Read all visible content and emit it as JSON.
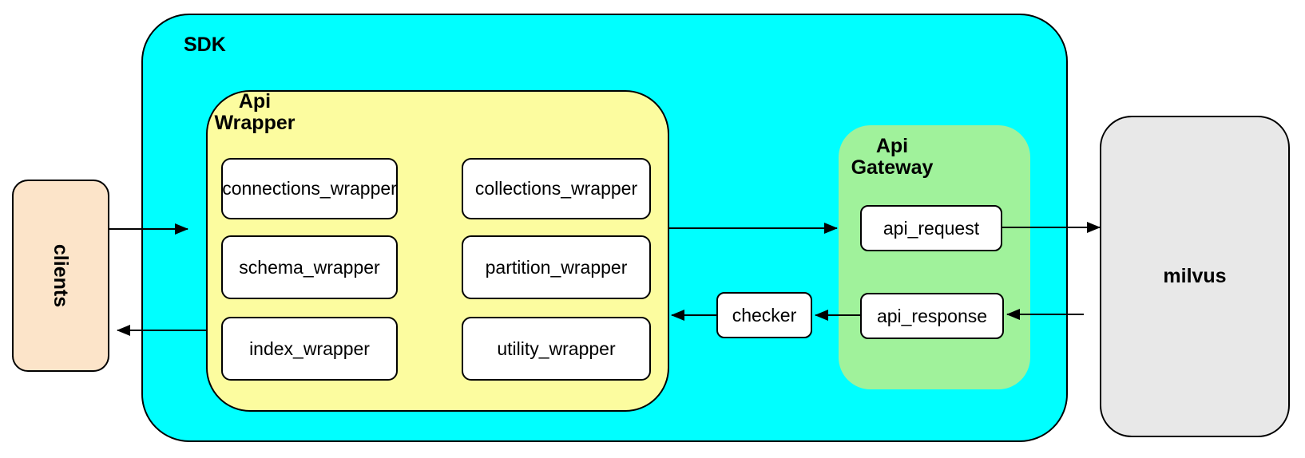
{
  "diagram": {
    "clients": {
      "label": "clients"
    },
    "sdk": {
      "label": "SDK"
    },
    "api_wrapper": {
      "label": "Api\nWrapper",
      "boxes": [
        "connections_wrapper",
        "collections_wrapper",
        "schema_wrapper",
        "partition_wrapper",
        "index_wrapper",
        "utility_wrapper"
      ]
    },
    "api_gateway": {
      "label": "Api\nGateway",
      "request_label": "api_request",
      "response_label": "api_response"
    },
    "checker": {
      "label": "checker"
    },
    "milvus": {
      "label": "milvus"
    },
    "connections": [
      {
        "from": "clients",
        "to": "sdk",
        "direction": "right"
      },
      {
        "from": "api_wrapper",
        "to": "clients",
        "direction": "left"
      },
      {
        "from": "api_wrapper",
        "to": "api_gateway",
        "direction": "right"
      },
      {
        "from": "api_request",
        "to": "milvus",
        "direction": "right"
      },
      {
        "from": "milvus",
        "to": "api_response",
        "direction": "left"
      },
      {
        "from": "api_response",
        "to": "checker",
        "direction": "left"
      },
      {
        "from": "checker",
        "to": "api_wrapper",
        "direction": "left"
      }
    ],
    "colors": {
      "sdk_fill": "#00FFFF",
      "api_wrapper_fill": "#FCFC9F",
      "api_gateway_fill": "#A0F29B",
      "clients_fill": "#FCE4C9",
      "milvus_fill": "#E8E8E8",
      "inner_box_fill": "#FFFFFF",
      "stroke": "#000000"
    }
  }
}
